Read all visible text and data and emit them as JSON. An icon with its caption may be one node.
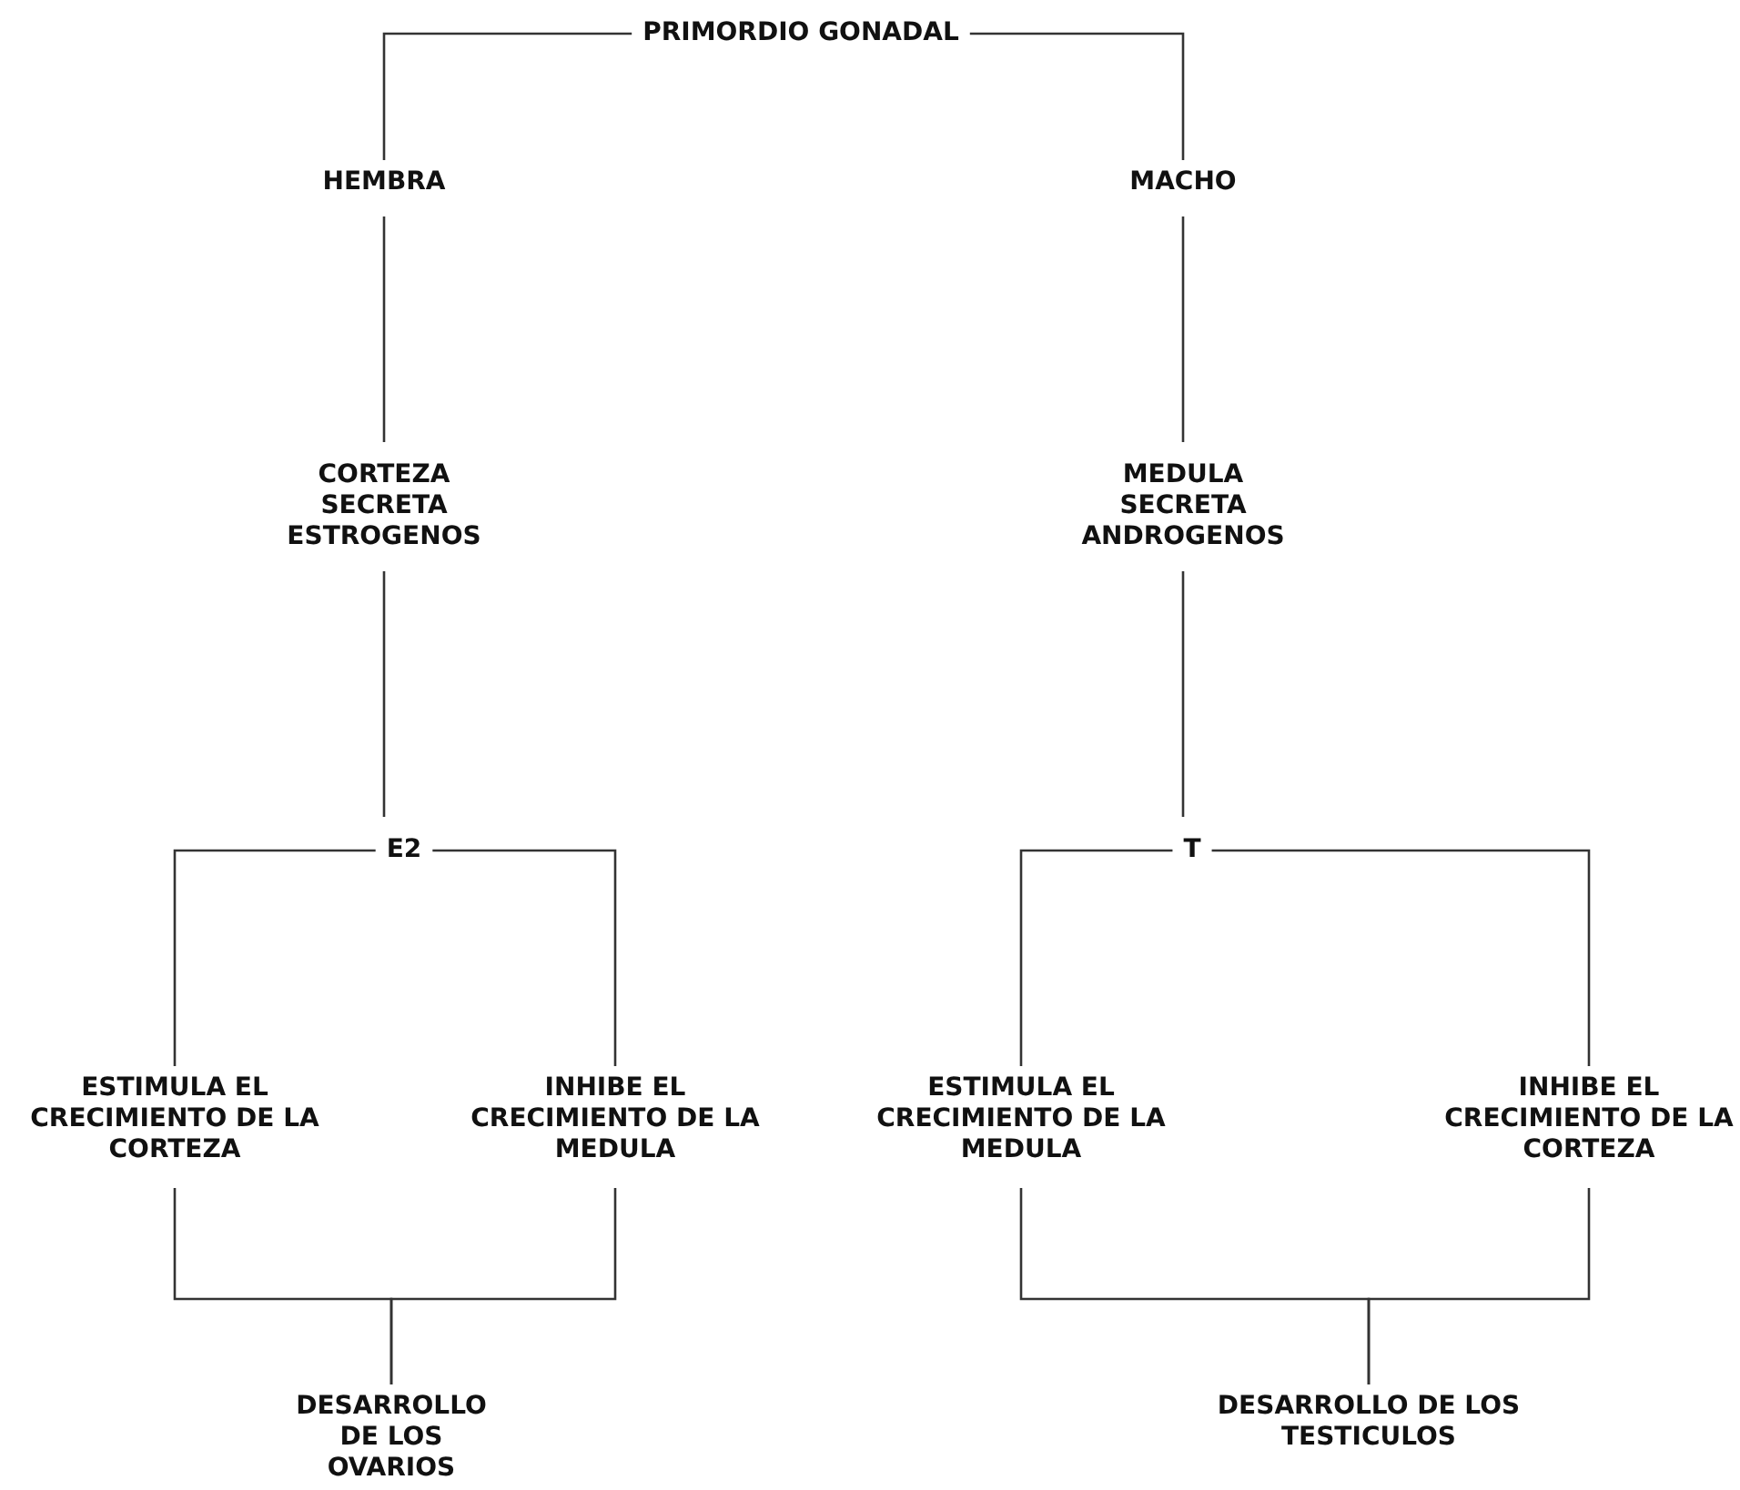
{
  "diagram": {
    "nodes": [
      {
        "text": [
          "PRIMORDIO GONADAL"
        ]
      },
      {
        "text": [
          "HEMBRA"
        ]
      },
      {
        "text": [
          "MACHO"
        ]
      },
      {
        "text": [
          "CORTEZA SECRETA ESTROGENOS"
        ]
      },
      {
        "text": [
          "MEDULA SECRETA ANDROGENOS"
        ]
      },
      {
        "text": [
          "E2"
        ]
      },
      {
        "text": [
          "T"
        ]
      },
      {
        "text": [
          "ESTIMULA EL CRECIMIENTO DE LA CORTEZA"
        ]
      },
      {
        "text": [
          "INHIBE EL CRECIMIENTO DE LA MEDULA"
        ]
      },
      {
        "text": [
          "ESTIMULA EL CRECIMIENTO DE LA MEDULA"
        ]
      },
      {
        "text": [
          "INHIBE EL CRECIMIENTO DE LA CORTEZA"
        ]
      },
      {
        "text": [
          "DESARROLLO DE LOS OVARIOS"
        ]
      },
      {
        "text": [
          "DESARROLLO DE LOS TESTICULOS"
        ]
      }
    ],
    "edges": [
      {
        "from": 0,
        "to": 1,
        "arrow": "none"
      },
      {
        "from": 0,
        "to": 2,
        "arrow": "none"
      },
      {
        "from": 1,
        "to": 3,
        "arrow": "none"
      },
      {
        "from": 2,
        "to": 4,
        "arrow": "none"
      },
      {
        "from": 3,
        "to": 5,
        "arrow": "none"
      },
      {
        "from": 4,
        "to": 6,
        "arrow": "none"
      },
      {
        "from": 5,
        "to": 7,
        "arrow": "none"
      },
      {
        "from": 5,
        "to": 8,
        "arrow": "none"
      },
      {
        "from": 6,
        "to": 9,
        "arrow": "none"
      },
      {
        "from": 6,
        "to": 10,
        "arrow": "none"
      },
      {
        "from": 7,
        "to": 11,
        "arrow": "none"
      },
      {
        "from": 8,
        "to": 11,
        "arrow": "none"
      },
      {
        "from": 9,
        "to": 12,
        "arrow": "none"
      },
      {
        "from": 10,
        "to": 12,
        "arrow": "none"
      }
    ]
  }
}
